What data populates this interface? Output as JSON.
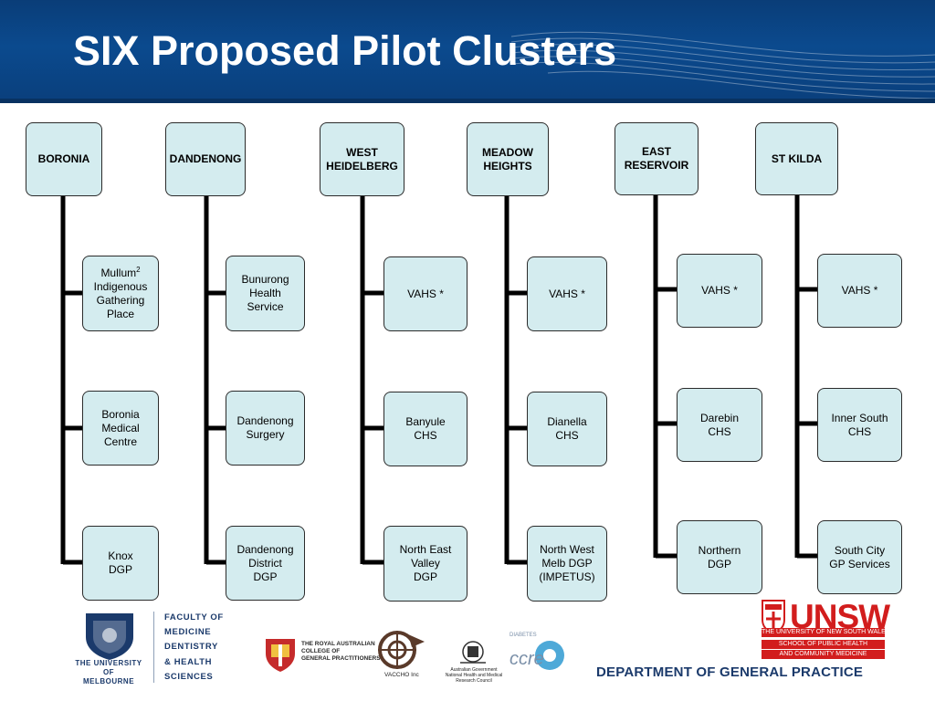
{
  "title": "SIX Proposed Pilot Clusters",
  "clusters": [
    {
      "name": "BORONIA",
      "members": [
        "Mullum",
        "Boronia\nMedical\nCentre",
        "Knox\nDGP"
      ]
    },
    {
      "name": "DANDENONG",
      "members": [
        "Bunurong\nHealth\nService",
        "Dandenong\nSurgery",
        "Dandenong\nDistrict\nDGP"
      ]
    },
    {
      "name": "WEST\nHEIDELBERG",
      "members": [
        "VAHS *",
        "Banyule\nCHS",
        "North East\nValley\nDGP"
      ]
    },
    {
      "name": "MEADOW\nHEIGHTS",
      "members": [
        "VAHS *",
        "Dianella\nCHS",
        "North West\nMelb DGP\n(IMPETUS)"
      ]
    },
    {
      "name": "EAST\nRESERVOIR",
      "members": [
        "VAHS *",
        "Darebin\nCHS",
        "Northern\nDGP"
      ]
    },
    {
      "name": "ST KILDA",
      "members": [
        "VAHS *",
        "Inner South\nCHS",
        "South City\nGP Services"
      ]
    }
  ],
  "mullum_label": {
    "line1": "Mullum",
    "sup": "2",
    "rest": "Indigenous\nGathering\nPlace"
  },
  "footer": {
    "unimelb": "THE UNIVERSITY OF\nMELBOURNE",
    "faculty": "FACULTY OF\nMEDICINE\nDENTISTRY\n& HEALTH\nSCIENCES",
    "racgp": "THE ROYAL AUSTRALIAN\nCOLLEGE OF\nGENERAL PRACTITIONERS",
    "vaccho": "VACCHO Inc",
    "nhmrc": "Australian Government\nNational Health and Medical Research Council",
    "ccre_small": "DIABETES",
    "ccre": "ccre",
    "unsw": "UNSW",
    "unsw_line1": "THE UNIVERSITY OF NEW SOUTH WALES",
    "unsw_line2": "SCHOOL OF PUBLIC HEALTH",
    "unsw_line3": "AND COMMUNITY MEDICINE",
    "dept": "DEPARTMENT OF GENERAL PRACTICE"
  },
  "colors": {
    "header_blue": "#0b4a8e",
    "node_fill": "#d4ecef",
    "connector": "#000000",
    "unsw_red": "#d21d1d",
    "footer_text": "#1b3a6b"
  }
}
